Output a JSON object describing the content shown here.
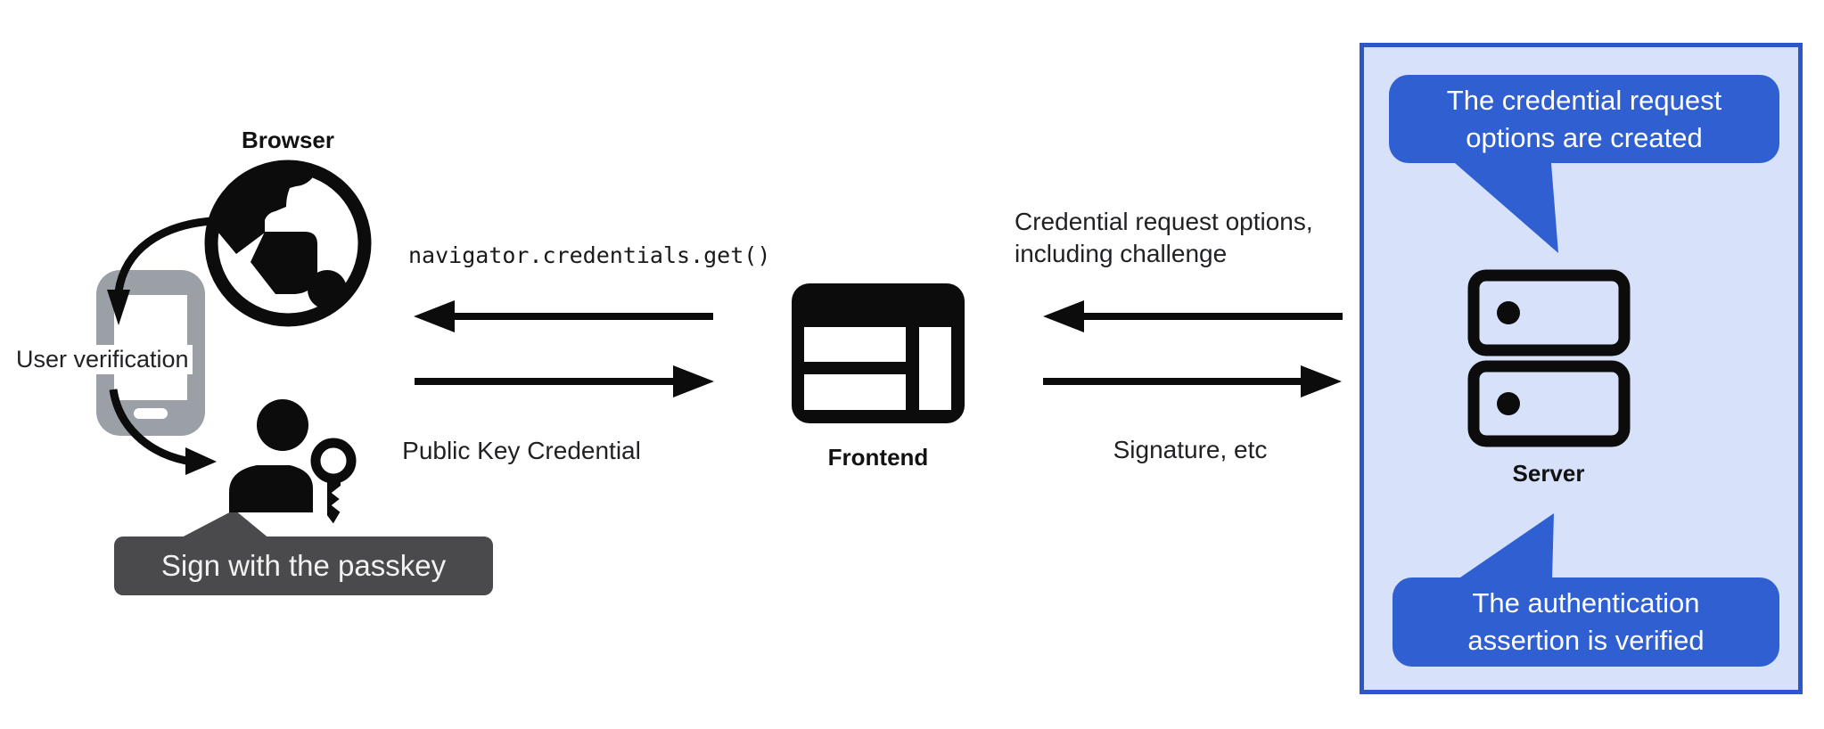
{
  "colors": {
    "bubble_blue": "#2f5fd1",
    "panel_bg": "#d7e2fa",
    "panel_border": "#2b57c9",
    "tooltip_bg": "#4a4a4c",
    "phone_gray": "#9aa0a6",
    "icon_black": "#0c0c0c"
  },
  "left": {
    "browser_label": "Browser",
    "user_verification_label": "User verification",
    "passkey_tooltip": "Sign with the passkey",
    "icons": {
      "browser": "globe-icon",
      "verification_device": "smartphone-icon",
      "user": "person-icon",
      "credential": "key-icon"
    }
  },
  "middle": {
    "code_label": "navigator.credentials.get()",
    "public_key_label": "Public Key Credential",
    "frontend_label": "Frontend",
    "icons": {
      "frontend": "browser-window-icon"
    }
  },
  "right": {
    "request_label_line1": "Credential request options,",
    "request_label_line2": "including challenge",
    "signature_label": "Signature, etc",
    "server_label": "Server",
    "bubble_top_line1": "The credential request",
    "bubble_top_line2": "options are created",
    "bubble_bottom_line1": "The authentication",
    "bubble_bottom_line2": "assertion is verified",
    "icons": {
      "server": "server-stack-icon"
    }
  }
}
